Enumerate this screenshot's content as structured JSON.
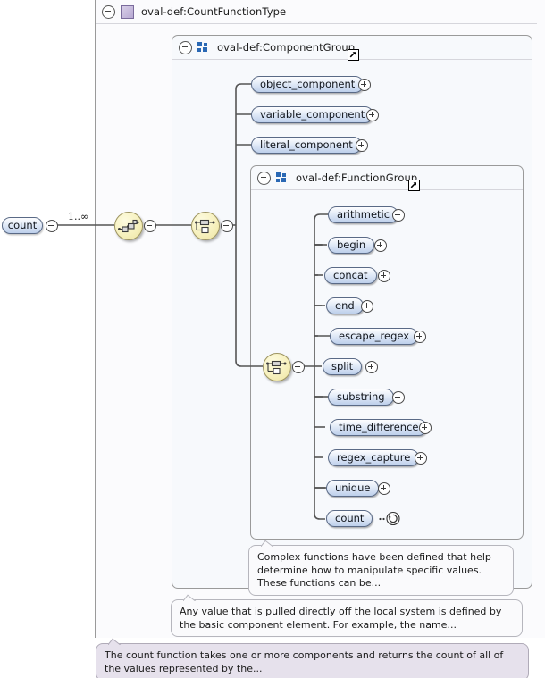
{
  "diagram": {
    "kind": "xsd-schema-diagram",
    "root_element": {
      "name": "count",
      "cardinality": "1..∞"
    },
    "complex_type": {
      "label": "oval-def:CountFunctionType",
      "icon": "complex-type-icon",
      "toggle": "minus-toggle-icon"
    },
    "component_group": {
      "label": "oval-def:ComponentGroup",
      "icon": "group-icon",
      "external_ref_icon": "external-link-arrow-icon",
      "toggle": "minus-toggle-icon",
      "members": [
        {
          "name": "object_component",
          "op": "plus"
        },
        {
          "name": "variable_component",
          "op": "plus"
        },
        {
          "name": "literal_component",
          "op": "plus"
        }
      ]
    },
    "function_group": {
      "label": "oval-def:FunctionGroup",
      "icon": "group-icon",
      "external_ref_icon": "external-link-arrow-icon",
      "toggle": "minus-toggle-icon",
      "members": [
        {
          "name": "arithmetic",
          "op": "plus"
        },
        {
          "name": "begin",
          "op": "plus"
        },
        {
          "name": "concat",
          "op": "plus"
        },
        {
          "name": "end",
          "op": "plus"
        },
        {
          "name": "escape_regex",
          "op": "plus"
        },
        {
          "name": "split",
          "op": "plus"
        },
        {
          "name": "substring",
          "op": "plus"
        },
        {
          "name": "time_difference",
          "op": "plus"
        },
        {
          "name": "regex_capture",
          "op": "plus"
        },
        {
          "name": "unique",
          "op": "plus"
        },
        {
          "name": "count",
          "op": "recursion"
        }
      ]
    },
    "compositors": [
      {
        "id": "sequence",
        "type": "sequence",
        "icon": "sequence-compositor-icon"
      },
      {
        "id": "choice-outer",
        "type": "choice",
        "icon": "choice-compositor-icon"
      },
      {
        "id": "choice-inner",
        "type": "choice",
        "icon": "choice-compositor-icon"
      }
    ],
    "annotations": [
      {
        "id": "function-group-annotation",
        "text": "Complex functions have been defined that help determine how to manipulate specific values. These functions can be..."
      },
      {
        "id": "component-group-annotation",
        "text": "Any value that is pulled directly off the local system is defined by the basic component element. For example, the name..."
      },
      {
        "id": "count-type-annotation",
        "text": "The count function takes one or more components and returns the count of all of the values represented by the..."
      }
    ],
    "colors": {
      "node_border": "#5a6a86",
      "node_fill_top": "#fdfdff",
      "node_fill_bottom": "#bdcfeb",
      "compositor_fill": "#f6f0bc",
      "compositor_border": "#9d9460",
      "group_icon": "#2a68b4",
      "type_icon": "#b7a8d2",
      "container_fill": "#f7f9fc",
      "annotation_fill": "#fafafc",
      "annotation_tinted_fill": "#e6e1ec",
      "wire": "#555555"
    }
  }
}
